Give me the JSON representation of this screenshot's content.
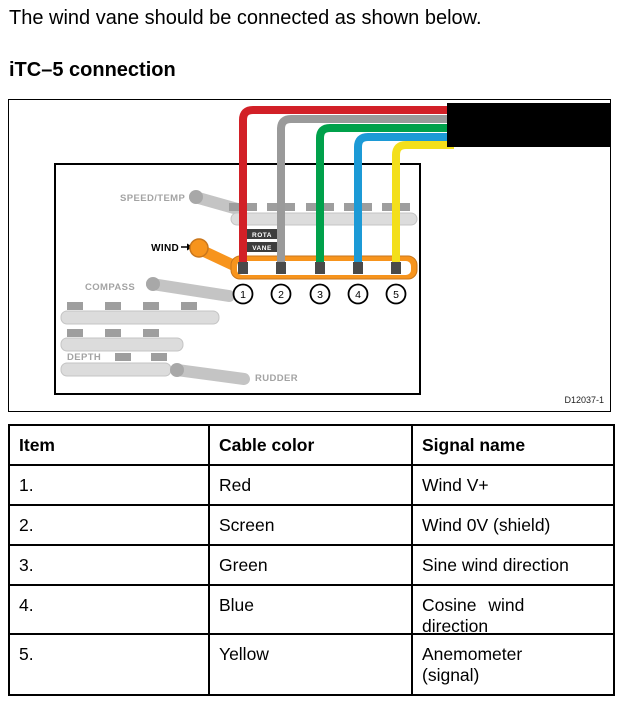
{
  "page": {
    "intro": "The wind vane should be connected as shown below.",
    "heading": "iTC–5 connection"
  },
  "diagram": {
    "figure_id": "D12037-1",
    "labels": {
      "speed_temp": "SPEED/TEMP",
      "wind": "WIND",
      "compass": "COMPASS",
      "depth": "DEPTH",
      "rudder": "RUDDER",
      "rota": "ROTA",
      "vane": "VANE"
    },
    "terminals": [
      "1",
      "2",
      "3",
      "4",
      "5"
    ],
    "wires": [
      {
        "name": "red",
        "color": "#d22027"
      },
      {
        "name": "screen",
        "color": "#9a9a9a"
      },
      {
        "name": "green",
        "color": "#00a14b"
      },
      {
        "name": "blue",
        "color": "#1c9ad6"
      },
      {
        "name": "yellow",
        "color": "#f3df1b"
      }
    ],
    "highlight_color": "#f7941d",
    "cable_color": "#000000"
  },
  "table": {
    "columns": [
      "Item",
      "Cable color",
      "Signal name"
    ],
    "rows": [
      {
        "item": "1.",
        "color": "Red",
        "signal": "Wind V+"
      },
      {
        "item": "2.",
        "color": "Screen",
        "signal": "Wind 0V (shield)"
      },
      {
        "item": "3.",
        "color": "Green",
        "signal": "Sine wind direction"
      },
      {
        "item": "4.",
        "color": "Blue",
        "signal_line1": "Cosine wind",
        "signal_line2": "direction"
      },
      {
        "item": "5.",
        "color": "Yellow",
        "signal_line1": "Anemometer",
        "signal_line2": "(signal)"
      }
    ]
  }
}
